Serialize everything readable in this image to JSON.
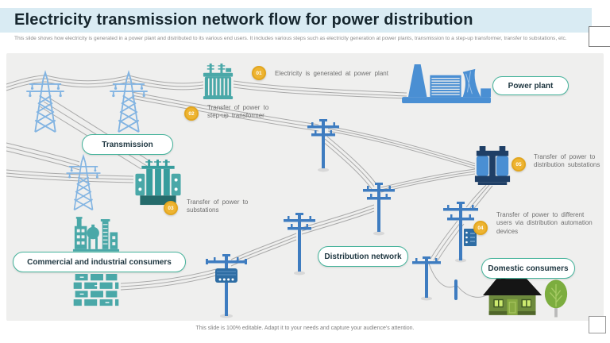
{
  "slide": {
    "title": "Electricity transmission network flow for power distribution",
    "description": "This slide shows how electricity is generated in a power plant and distributed to its various end users. It includes various steps such as electricity generation at power plants, transmission to a step-up transformer, transfer to substations, etc.",
    "footer": "This slide is 100% editable. Adapt it to your needs and capture your audience's attention."
  },
  "steps": [
    {
      "number": "01",
      "text": "Electricity is generated at power plant"
    },
    {
      "number": "02",
      "text": "Transfer of power to step-up transformer"
    },
    {
      "number": "03",
      "text": "Transfer of power to substations"
    },
    {
      "number": "04",
      "text": "Transfer of power to different users via distribution automation devices"
    },
    {
      "number": "05",
      "text": "Transfer of power to distribution substations"
    }
  ],
  "labels": {
    "power_plant": "Power plant",
    "transmission": "Transmission",
    "commercial": "Commercial and industrial consumers",
    "distribution_network": "Distribution network",
    "domestic": "Domestic consumers"
  },
  "icons": {
    "transmission-tower-icon": "lattice pylon outline",
    "step-up-transformer-icon": "teal ribbed transformer with bushings",
    "substation-transformer-icon": "teal transformer with side radiators",
    "distribution-transformer-icon": "blue transformer with navy core",
    "power-plant-icon": "blue plant with chimney and cooling tower",
    "utility-pole-icon": "blue pole with crossarms",
    "automation-device-pole-icon": "pole with blue device box",
    "drum-transformer-pole-icon": "pole with drum transformer",
    "factory-icon": "teal industrial buildings",
    "brick-wall-icon": "teal staggered bricks",
    "house-icon": "green house with black roof",
    "tree-icon": "green tree"
  },
  "colors": {
    "title_bar_bg": "#d9ebf3",
    "title_text": "#16262e",
    "body_text": "#8c8c8c",
    "panel_bg": "#efefee",
    "pill_border": "#45b39b",
    "pill_text": "#1e3640",
    "badge_bg": "#eeb431",
    "badge_ring": "#e2a620",
    "wire": "#9e9e9e",
    "tower_blue": "#82b4e2",
    "pole_blue": "#3e7cc0",
    "device_blue": "#2e6da4",
    "plant_blue": "#4a8fd3",
    "navy": "#1f3f66",
    "teal": "#4aa8a8",
    "teal_dark": "#256b6b",
    "house_green": "#6d8a3c",
    "tree_green": "#7cad3f",
    "roof_black": "#151515"
  }
}
